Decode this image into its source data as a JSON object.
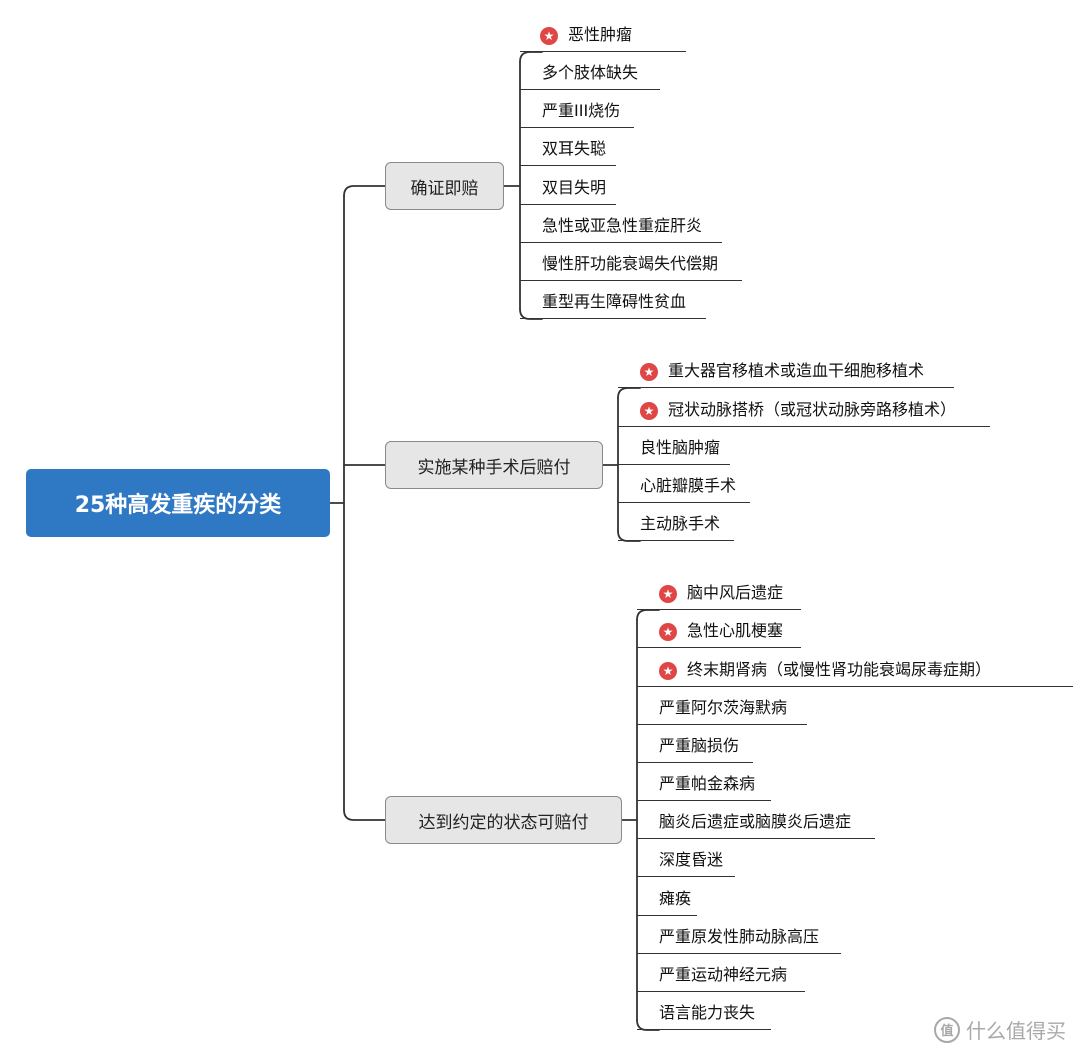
{
  "root": {
    "title": "25种高发重疾的分类"
  },
  "categories": [
    {
      "label": "确证即赔",
      "items": [
        {
          "text": "恶性肿瘤",
          "starred": true
        },
        {
          "text": "多个肢体缺失",
          "starred": false
        },
        {
          "text": "严重III烧伤",
          "starred": false
        },
        {
          "text": "双耳失聪",
          "starred": false
        },
        {
          "text": "双目失明",
          "starred": false
        },
        {
          "text": "急性或亚急性重症肝炎",
          "starred": false
        },
        {
          "text": "慢性肝功能衰竭失代偿期",
          "starred": false
        },
        {
          "text": "重型再生障碍性贫血",
          "starred": false
        }
      ]
    },
    {
      "label": "实施某种手术后赔付",
      "items": [
        {
          "text": "重大器官移植术或造血干细胞移植术",
          "starred": true
        },
        {
          "text": "冠状动脉搭桥（或冠状动脉旁路移植术）",
          "starred": true
        },
        {
          "text": "良性脑肿瘤",
          "starred": false
        },
        {
          "text": "心脏瓣膜手术",
          "starred": false
        },
        {
          "text": "主动脉手术",
          "starred": false
        }
      ]
    },
    {
      "label": "达到约定的状态可赔付",
      "items": [
        {
          "text": "脑中风后遗症",
          "starred": true
        },
        {
          "text": "急性心肌梗塞",
          "starred": true
        },
        {
          "text": "终末期肾病（或慢性肾功能衰竭尿毒症期）",
          "starred": true
        },
        {
          "text": "严重阿尔茨海默病",
          "starred": false
        },
        {
          "text": "严重脑损伤",
          "starred": false
        },
        {
          "text": "严重帕金森病",
          "starred": false
        },
        {
          "text": "脑炎后遗症或脑膜炎后遗症",
          "starred": false
        },
        {
          "text": "深度昏迷",
          "starred": false
        },
        {
          "text": "瘫痪",
          "starred": false
        },
        {
          "text": "严重原发性肺动脉高压",
          "starred": false
        },
        {
          "text": "严重运动神经元病",
          "starred": false
        },
        {
          "text": "语言能力丧失",
          "starred": false
        }
      ]
    }
  ],
  "star_icon": "star-badge-icon",
  "colors": {
    "root_bg": "#2f78c4",
    "star": "#e04646",
    "category_bg": "#e6e6e6",
    "line": "#333333"
  },
  "watermark": {
    "text": "什么值得买",
    "logo": "值"
  }
}
